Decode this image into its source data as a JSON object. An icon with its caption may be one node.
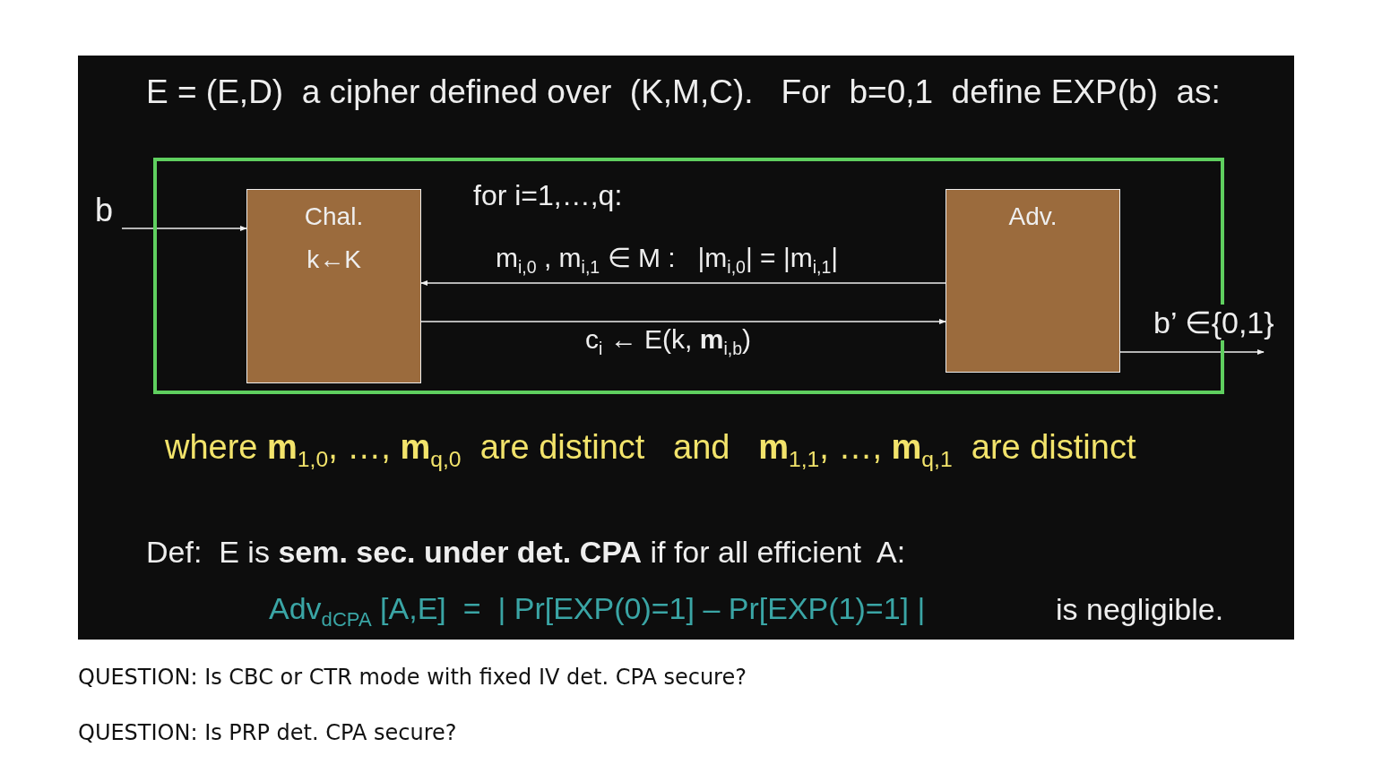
{
  "diagram": {
    "title": "E = (E,D)  a cipher defined over  (K,M,C).   For  b=0,1  define EXP(b)  as:",
    "nodes": [
      {
        "text": [],
        "shape": "box"
      },
      {
        "text": [
          "b"
        ]
      },
      {
        "text": [
          "Chal.",
          "k←K"
        ],
        "in": 0
      },
      {
        "text": [
          "Adv."
        ],
        "in": 0
      }
    ],
    "edges": [
      {
        "from": 1,
        "to": 2,
        "arrow": "to"
      },
      {
        "from": 3,
        "to": 2,
        "arrow": "to",
        "label": "m$_{i,0}$ , m$_{i,1}$ ∈ M :   |m$_{i,0}$| = |m$_{i,1}$|"
      },
      {
        "from": 2,
        "to": 3,
        "arrow": "to",
        "label": "c$_{i}$ ← E(k, **m**$_{i,b}$)"
      },
      {
        "from": 3,
        "to": null,
        "arrow": "to",
        "label": "b’ ∈{0,1}"
      }
    ],
    "labels": [
      "for i=1,…,q:",
      "where **m**$_{1,0}$, …, **m**$_{q,0}$  are distinct   and   **m**$_{1,1}$, …, **m**$_{q,1}$  are distinct",
      "Def:  E is **sem. sec. under det. CPA** if for all efficient  A:",
      "Adv$_{dCPA}$ [A,E]  =  | Pr[EXP(0)=1] – Pr[EXP(1)=1] |",
      "is negligible.",
      "QUESTION: Is CBC or CTR mode with fixed IV det. CPA secure?",
      "QUESTION: Is PRP det. CPA secure?"
    ]
  }
}
